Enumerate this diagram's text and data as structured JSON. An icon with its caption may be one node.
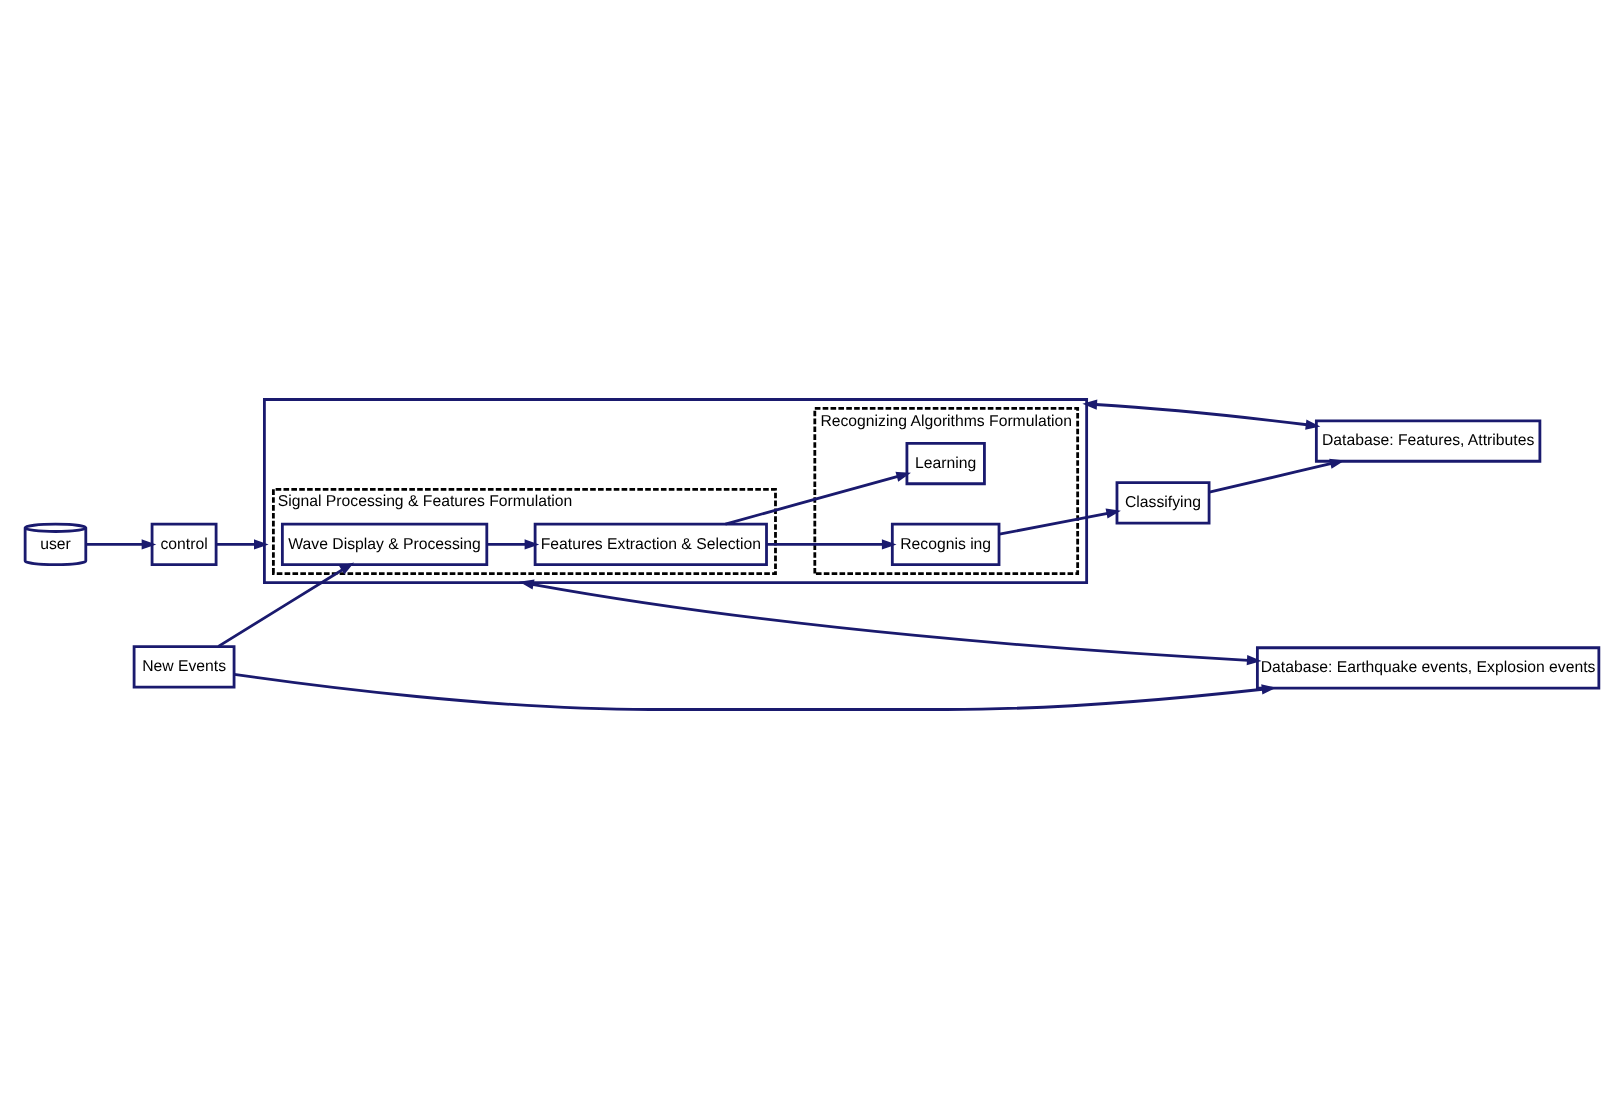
{
  "diagram": {
    "nodes": [
      {
        "text": [
          "user"
        ]
      },
      {
        "text": [
          "control"
        ]
      },
      {
        "text": [],
        "shape": "box"
      },
      {
        "text": [
          "Signal Processing & Features Formulation"
        ],
        "in": 2
      },
      {
        "text": [
          "Wave Display & Processing"
        ],
        "in": 3
      },
      {
        "text": [
          "Features Extraction & Selection"
        ],
        "in": 3
      },
      {
        "text": [
          "Recognizing Algorithms Formulation"
        ],
        "in": 2
      },
      {
        "text": [
          "Learning"
        ],
        "in": 6
      },
      {
        "text": [
          "Recognis ing"
        ],
        "in": 6
      },
      {
        "text": [
          "New Events"
        ]
      },
      {
        "text": [
          "Classifying"
        ]
      },
      {
        "text": [
          "Database: Earthquake events, Explosion events"
        ]
      },
      {
        "text": [
          "Database: Features, Attributes"
        ]
      }
    ],
    "edges": [
      {
        "from": 0,
        "to": 1,
        "arrow": "to"
      },
      {
        "from": 1,
        "to": 2,
        "arrow": "to"
      },
      {
        "from": 9,
        "to": 4,
        "arrow": "to"
      },
      {
        "from": 4,
        "to": 5,
        "arrow": "to"
      },
      {
        "from": 5,
        "to": 7,
        "arrow": "to"
      },
      {
        "from": 5,
        "to": 8,
        "arrow": "to"
      },
      {
        "from": 8,
        "to": 10,
        "arrow": "to"
      },
      {
        "from": 2,
        "to": 11,
        "arrow": "both"
      },
      {
        "from": 2,
        "to": 12,
        "arrow": "both"
      },
      {
        "from": 9,
        "to": 11,
        "arrow": "to"
      },
      {
        "from": 10,
        "to": 12,
        "arrow": "to"
      }
    ]
  }
}
